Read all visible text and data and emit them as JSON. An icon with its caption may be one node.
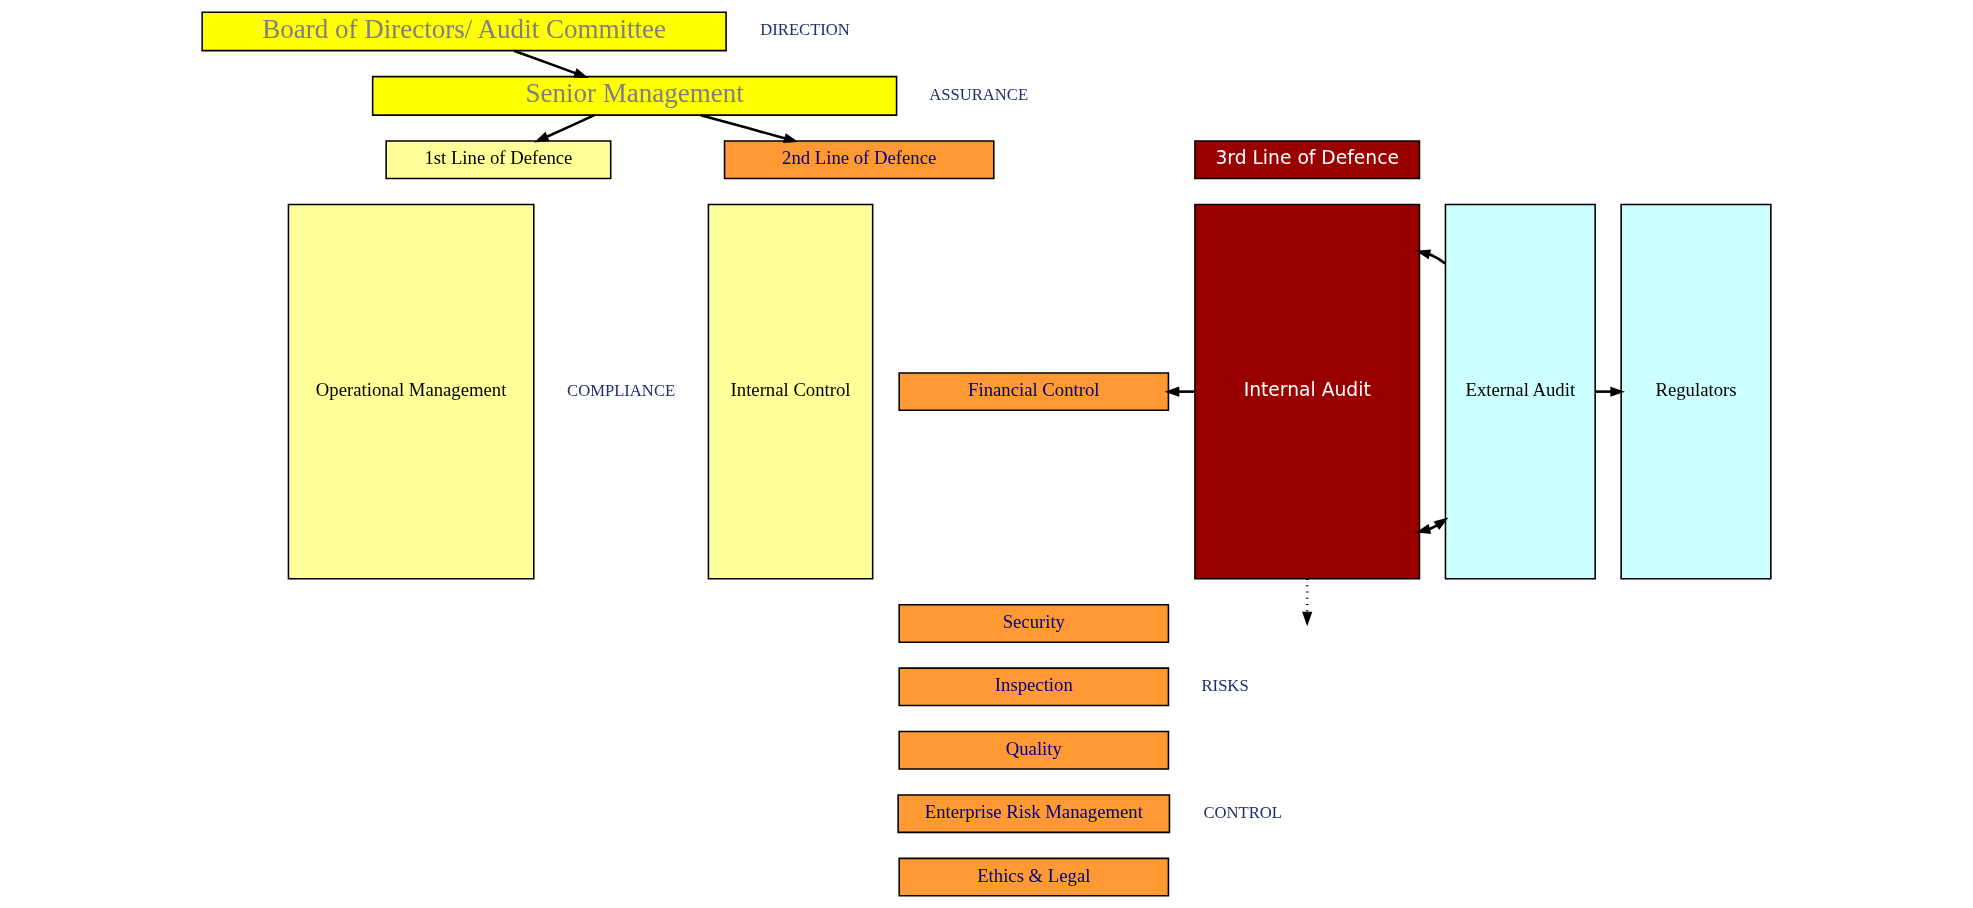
{
  "diagram": {
    "nodes": [
      {
        "text": [
          "Board of Directors/ Audit Committee"
        ]
      },
      {
        "text": [
          "Senior Management"
        ]
      },
      {
        "text": [
          "1st Line of Defence"
        ]
      },
      {
        "text": [
          "Operational Management"
        ]
      },
      {
        "text": [
          "Internal Control"
        ]
      },
      {
        "text": [
          "2nd Line of Defence"
        ]
      },
      {
        "text": [
          "Financial Control"
        ]
      },
      {
        "text": [
          "Security"
        ]
      },
      {
        "text": [
          "Inspection"
        ]
      },
      {
        "text": [
          "Quality"
        ]
      },
      {
        "text": [
          "Enterprise Risk Management"
        ]
      },
      {
        "text": [
          "Ethics & Legal"
        ]
      },
      {
        "text": [
          "3rd Line of Defence"
        ]
      },
      {
        "text": [
          "Internal Audit"
        ]
      },
      {
        "text": [
          "External Audit"
        ]
      },
      {
        "text": [
          "Regulators"
        ]
      }
    ],
    "edges": [
      {
        "from": 0,
        "to": 1,
        "arrow": "to"
      },
      {
        "from": 1,
        "to": 2,
        "arrow": "to"
      },
      {
        "from": 1,
        "to": 5,
        "arrow": "to"
      },
      {
        "from": 13,
        "to": 6,
        "arrow": "to"
      },
      {
        "from": 13,
        "to": null,
        "arrow": "to",
        "style": "dashed"
      },
      {
        "from": 13,
        "to": 14,
        "arrow": "both"
      },
      {
        "from": 14,
        "to": 13,
        "arrow": "to"
      },
      {
        "from": 14,
        "to": 15,
        "arrow": "to"
      }
    ],
    "labels": [
      "DIRECTION",
      "ASSURANCE",
      "COMPLIANCE",
      "CONTROL",
      "RISKS"
    ]
  }
}
